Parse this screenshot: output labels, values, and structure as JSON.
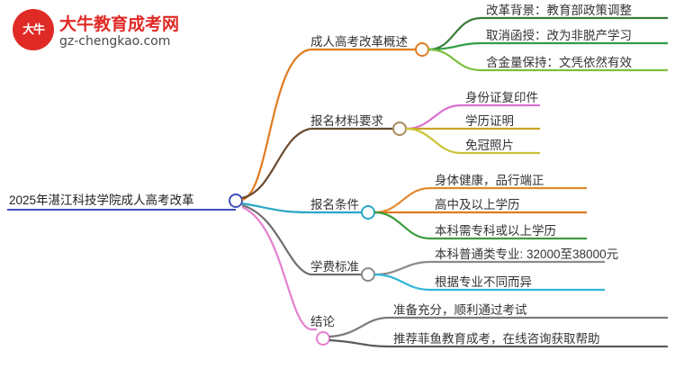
{
  "brand": {
    "mark_text": "大牛",
    "title": "大牛教育成考网",
    "subtitle": "gz-chengkao.com",
    "mark_color": "#e02a26",
    "title_color": "#e02a26",
    "subtitle_color": "#4a4a4a"
  },
  "mindmap": {
    "type": "mindmap",
    "root": {
      "label": "2025年湛江科技学院成人高考改革",
      "underline_color": "#3f4fb8"
    },
    "branches": [
      {
        "label": "成人高考改革概述",
        "color": "#e07b1f",
        "children": [
          {
            "label": "改革背景：教育部政策调整",
            "color": "#3a7d3a"
          },
          {
            "label": "取消函授：改为非脱产学习",
            "color": "#2f9e44"
          },
          {
            "label": "含金量保持：文凭依然有效",
            "color": "#7cbf3f"
          }
        ]
      },
      {
        "label": "报名材料要求",
        "color": "#6b4a2f",
        "children": [
          {
            "label": "身份证复印件",
            "color": "#d96fd0"
          },
          {
            "label": "学历证明",
            "color": "#c9a227"
          },
          {
            "label": "免冠照片",
            "color": "#c9c437"
          }
        ]
      },
      {
        "label": "报名条件",
        "color": "#2aa7c4",
        "children": [
          {
            "label": "身体健康，品行端正",
            "color": "#e08a2e"
          },
          {
            "label": "高中及以上学历",
            "color": "#e07b1f"
          },
          {
            "label": "本科需专科或以上学历",
            "color": "#3d9b3d"
          }
        ]
      },
      {
        "label": "学费标准",
        "color": "#6e6e6e",
        "children": [
          {
            "label": "本科普通类专业: 32000至38000元",
            "color": "#8a8a8a"
          },
          {
            "label": "根据专业不同而异",
            "color": "#2fb5d6"
          }
        ]
      },
      {
        "label": "结论",
        "color": "#e57fd0",
        "children": [
          {
            "label": "准备充分，顺利通过考试",
            "color": "#7a7a7a"
          },
          {
            "label": "推荐菲鱼教育成考，在线咨询获取帮助",
            "color": "#5a5a5a"
          }
        ]
      }
    ]
  }
}
